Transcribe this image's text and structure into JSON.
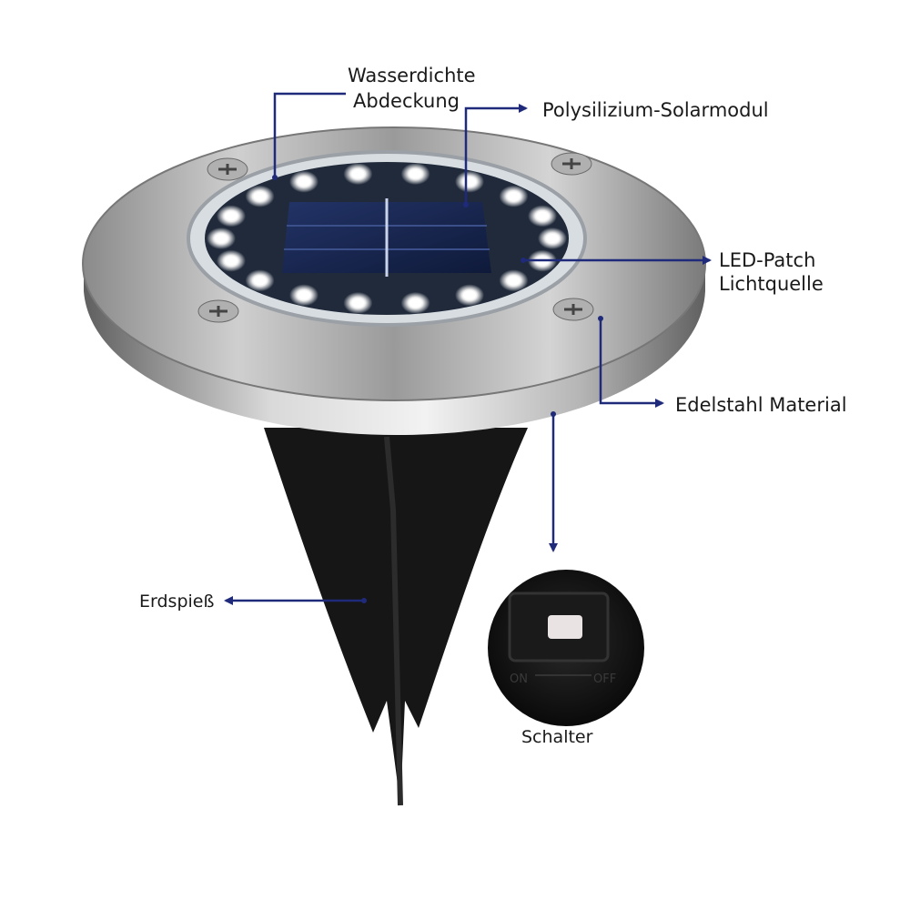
{
  "labels": {
    "cover_line1": "Wasserdichte",
    "cover_line2": "Abdeckung",
    "solar": "Polysilizium-Solarmodul",
    "led_line1": "LED-Patch",
    "led_line2": "Lichtquelle",
    "steel": "Edelstahl Material",
    "spike": "Erdspieß",
    "switch": "Schalter"
  },
  "switch_markings": {
    "on": "ON",
    "off": "OFF"
  },
  "colors": {
    "leader_line": "#1f2a7a",
    "steel_light": "#d9d9d9",
    "steel_dark": "#6e6e6e",
    "spike": "#151515",
    "panel": "#1c2a5a",
    "led": "#ffffff"
  }
}
